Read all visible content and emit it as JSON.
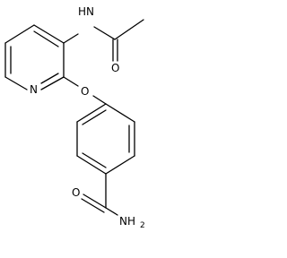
{
  "atoms": {
    "nh": "HN",
    "n_ring": "N",
    "o_ether": "O",
    "o_acetyl": "O",
    "o_amide": "O",
    "nh2_n": "NH",
    "nh2_sub": "2"
  },
  "colors": {
    "bond": "#000000",
    "background": "#ffffff"
  }
}
